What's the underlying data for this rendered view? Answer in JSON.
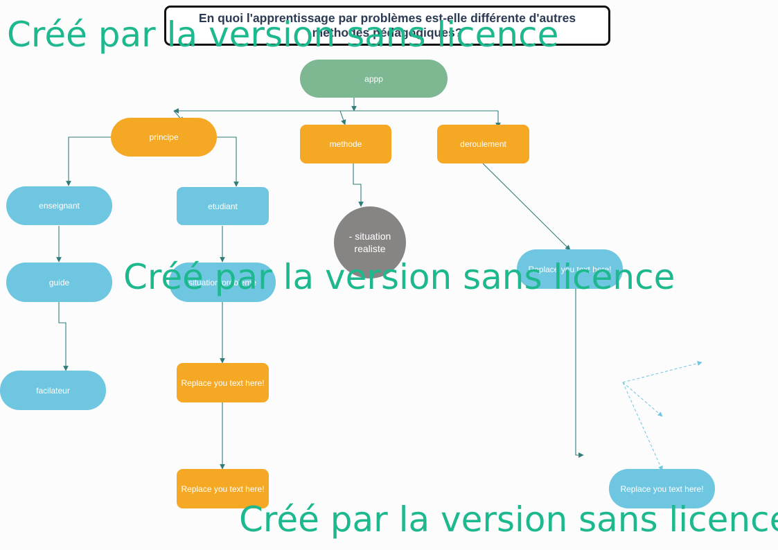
{
  "title": "En quoi l'apprentissage par problèmes est-elle différente d'autres méthodes pédagogiques?",
  "nodes": {
    "appp": "appp",
    "principe": "principe",
    "methode": "methode",
    "deroulement": "deroulement",
    "enseignant": "enseignant",
    "etudiant": "etudiant",
    "situation_realiste": "- situation realiste",
    "guide": "guide",
    "situation_probleme": "situation problème",
    "replace_deroulement": "Replace you text here!",
    "facilateur": "facilateur",
    "replace_1": "Replace you text here!",
    "replace_2": "Replace you text here!",
    "replace_3": "Replace you text here!"
  },
  "watermark": "Créé par la version sans licence",
  "colors": {
    "green": "#7db892",
    "orange": "#f5a823",
    "blue": "#6ec6e0",
    "gray": "#878584",
    "connector": "#2f7d78",
    "dashed_connector": "#6ec6e0",
    "watermark": "#1db88e"
  }
}
